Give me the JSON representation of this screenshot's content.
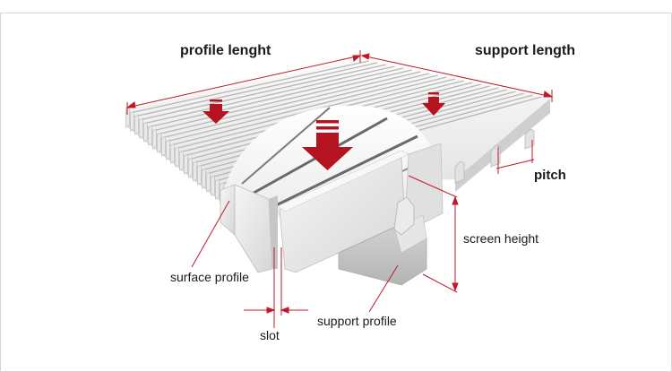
{
  "labels": {
    "profile_length": "profile lenght",
    "support_length": "support length",
    "pitch": "pitch",
    "screen_height": "screen height",
    "surface_profile": "surface profile",
    "support_profile": "support profile",
    "slot": "slot"
  },
  "icons": {
    "flow_arrows": "down-arrow-icon"
  },
  "colors": {
    "dimension_line": "#c0182a",
    "arrow": "#b3141f",
    "bar_light": "#f1f1f1",
    "bar_shadow": "#c9c9c9",
    "frame_border": "#cfcfcf"
  }
}
